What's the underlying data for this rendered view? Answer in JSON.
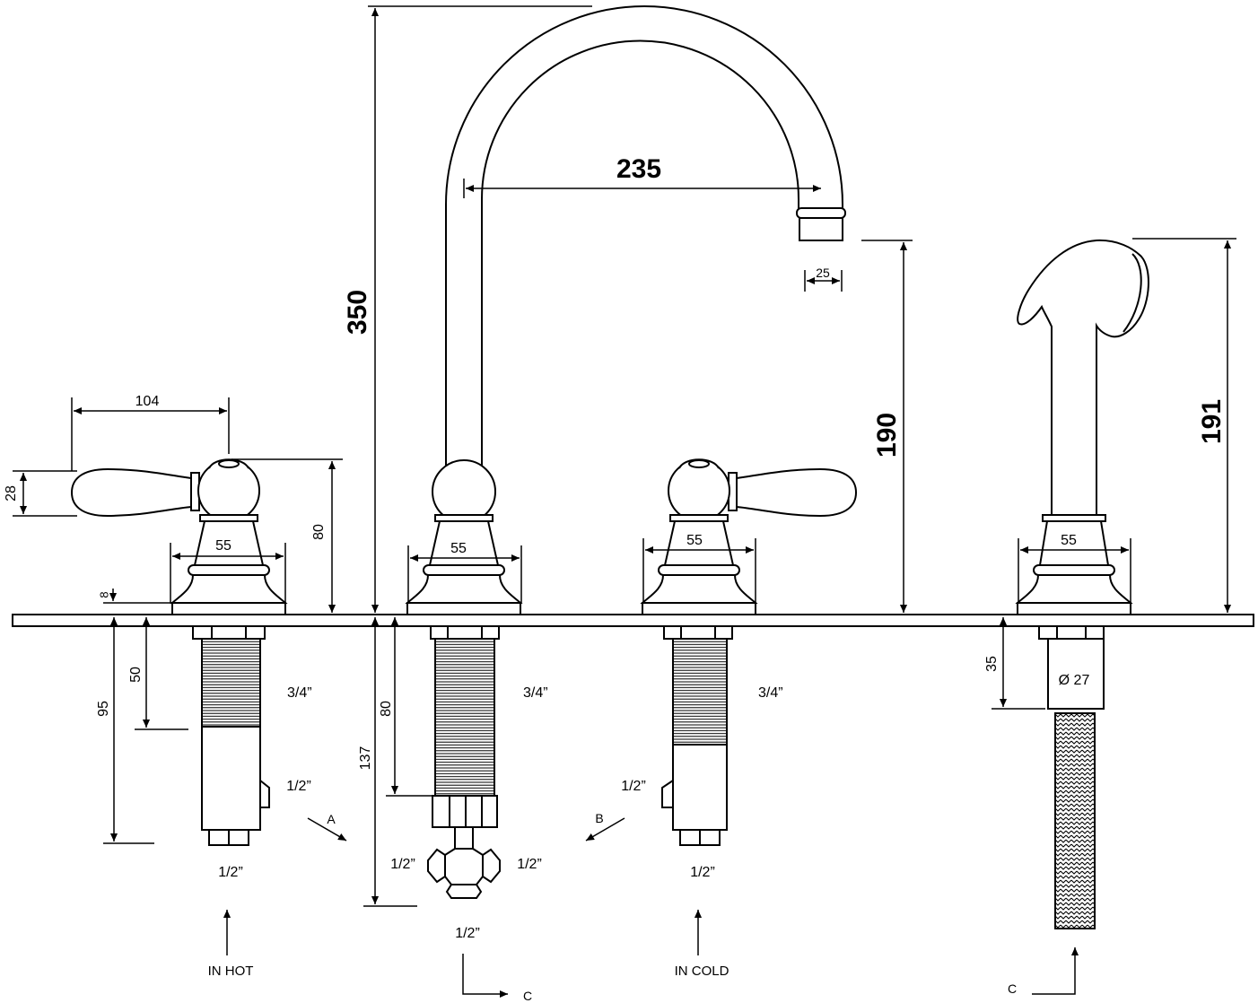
{
  "dimensions": {
    "overall_height": "350",
    "spout_reach": "235",
    "outlet": "25",
    "spout_clearance": "190",
    "sprayer_height": "191",
    "handle_length": "104",
    "handle_height": "28",
    "handle_to_deck": "80",
    "base_hot": "55",
    "base_spout": "55",
    "base_cold": "55",
    "base_sprayer": "55",
    "base_plate": "8",
    "hot_thread": "50",
    "hot_depth": "95",
    "spout_thread": "80",
    "spout_depth": "137",
    "sprayer_shank": "35",
    "sprayer_shank_diameter": "Ø 27"
  },
  "threads": {
    "hot_shank": "3/4”",
    "spout_shank": "3/4”",
    "cold_shank": "3/4”",
    "hot_outlet": "1/2”",
    "hot_inlet": "1/2”",
    "spout_left": "1/2”",
    "spout_right": "1/2”",
    "spout_bottom": "1/2”",
    "cold_outlet": "1/2”",
    "cold_inlet": "1/2”"
  },
  "flow_labels": {
    "a": "A",
    "b": "B",
    "in_hot": "IN HOT",
    "in_cold": "IN COLD",
    "c_spout": "C",
    "c_sprayer": "C"
  },
  "colors": {
    "line": "#000000",
    "background": "#ffffff"
  }
}
